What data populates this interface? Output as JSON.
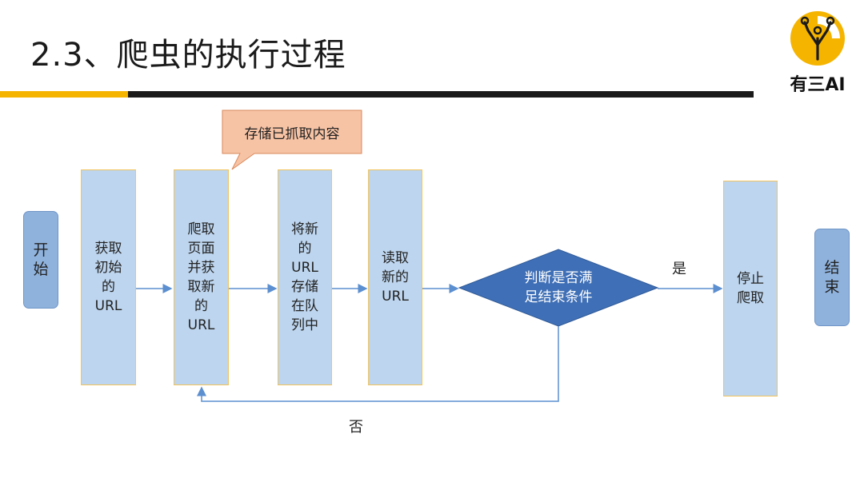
{
  "slide": {
    "title": "2.3、爬虫的执行过程",
    "logo_text": "有三AI"
  },
  "flow": {
    "start": "开\n始",
    "end": "结\n束",
    "steps": [
      "获取\n初始\n的\nURL",
      "爬取\n页面\n并获\n取新\n的\nURL",
      "将新\n的\nURL\n存储\n在队\n列中",
      "读取\n新的\nURL",
      "停止\n爬取"
    ],
    "decision": "判断是否满\n足结束条件",
    "callout": "存储已抓取内容",
    "yes_label": "是",
    "no_label": "否"
  },
  "colors": {
    "accent": "#f5b400",
    "box_fill": "#bdd5ee",
    "box_border": "#f2c35b",
    "diamond_fill": "#3f6fb6",
    "callout_fill": "#f7c3a5",
    "connector": "#5b8fd0"
  }
}
